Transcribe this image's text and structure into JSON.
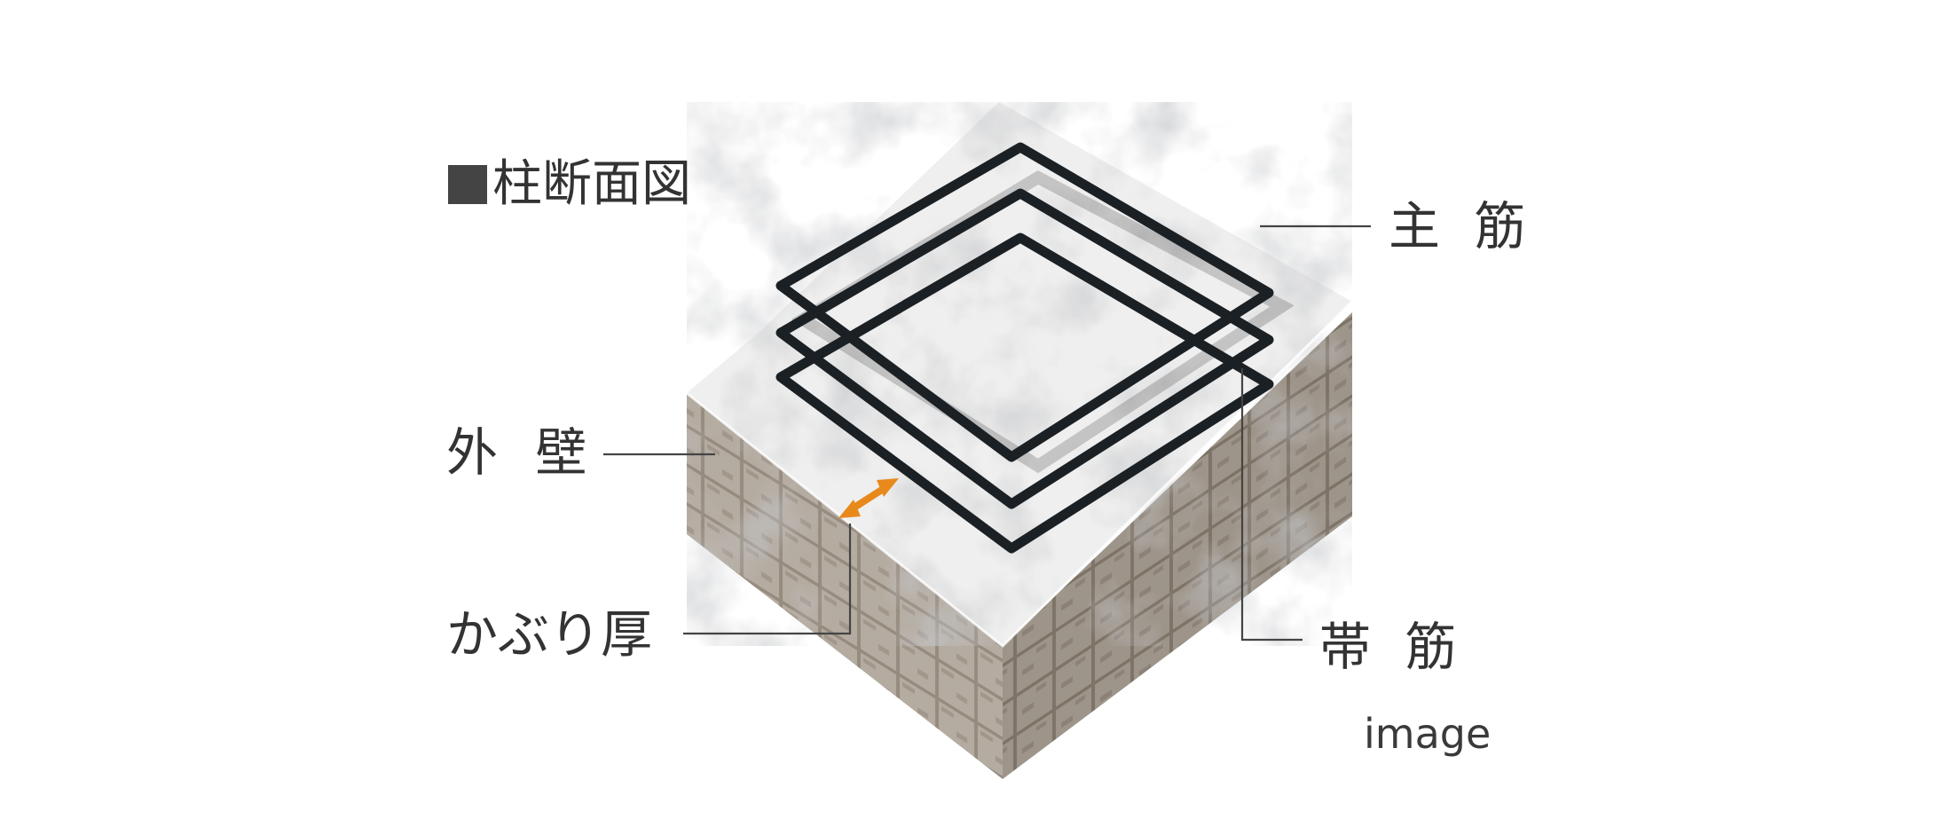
{
  "title": "柱断面図",
  "labels": {
    "main_rebar": "主 筋",
    "hoop_rebar": "帯 筋",
    "exterior_wall": "外 壁",
    "cover_thickness": "かぶり厚",
    "image_note": "image"
  },
  "colors": {
    "text": "#333333",
    "title_square": "#444444",
    "rebar": "#1c2126",
    "concrete": "#eeeeee",
    "tile": "#8e857a",
    "cover_arrow": "#e8891c"
  },
  "icons": {
    "title_marker": "black-square-icon",
    "cover_marker": "double-arrow-icon"
  }
}
